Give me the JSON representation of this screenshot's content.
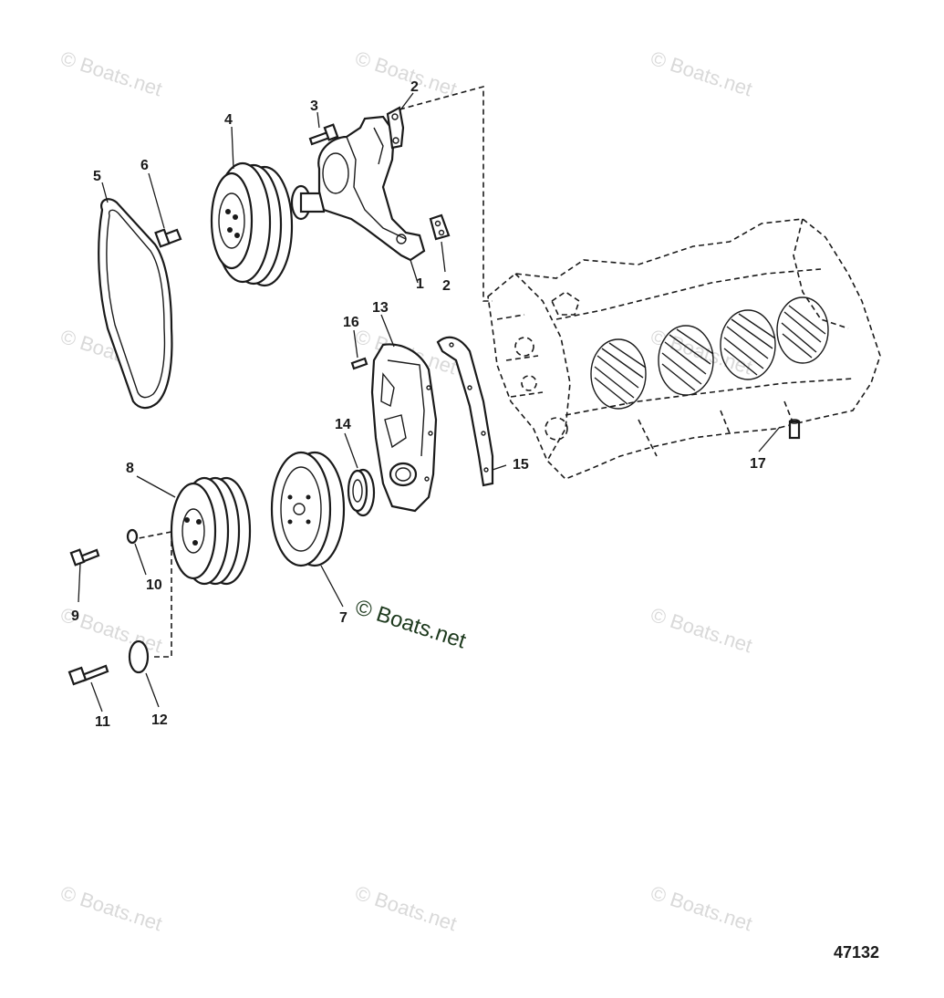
{
  "diagram": {
    "figure_number": "47132",
    "watermark_main": "© Boats.net",
    "watermark_faint": "© Boats.net",
    "callouts": {
      "c1": "1",
      "c2a": "2",
      "c2b": "2",
      "c3": "3",
      "c4": "4",
      "c5": "5",
      "c6": "6",
      "c7": "7",
      "c8": "8",
      "c9": "9",
      "c10": "10",
      "c11": "11",
      "c12": "12",
      "c13": "13",
      "c14": "14",
      "c15": "15",
      "c16": "16",
      "c17": "17"
    },
    "parts": [
      {
        "key": "c1",
        "name": "water-pump"
      },
      {
        "key": "c2a",
        "name": "gasket-upper"
      },
      {
        "key": "c2b",
        "name": "gasket-lower"
      },
      {
        "key": "c3",
        "name": "bolt"
      },
      {
        "key": "c4",
        "name": "pulley"
      },
      {
        "key": "c5",
        "name": "belt"
      },
      {
        "key": "c6",
        "name": "bolt"
      },
      {
        "key": "c7",
        "name": "balancer"
      },
      {
        "key": "c8",
        "name": "crank-pulley"
      },
      {
        "key": "c9",
        "name": "bolt"
      },
      {
        "key": "c10",
        "name": "washer"
      },
      {
        "key": "c11",
        "name": "bolt"
      },
      {
        "key": "c12",
        "name": "washer"
      },
      {
        "key": "c13",
        "name": "timing-cover"
      },
      {
        "key": "c14",
        "name": "seal"
      },
      {
        "key": "c15",
        "name": "gasket"
      },
      {
        "key": "c16",
        "name": "screw"
      },
      {
        "key": "c17",
        "name": "dowel-pin"
      }
    ]
  }
}
